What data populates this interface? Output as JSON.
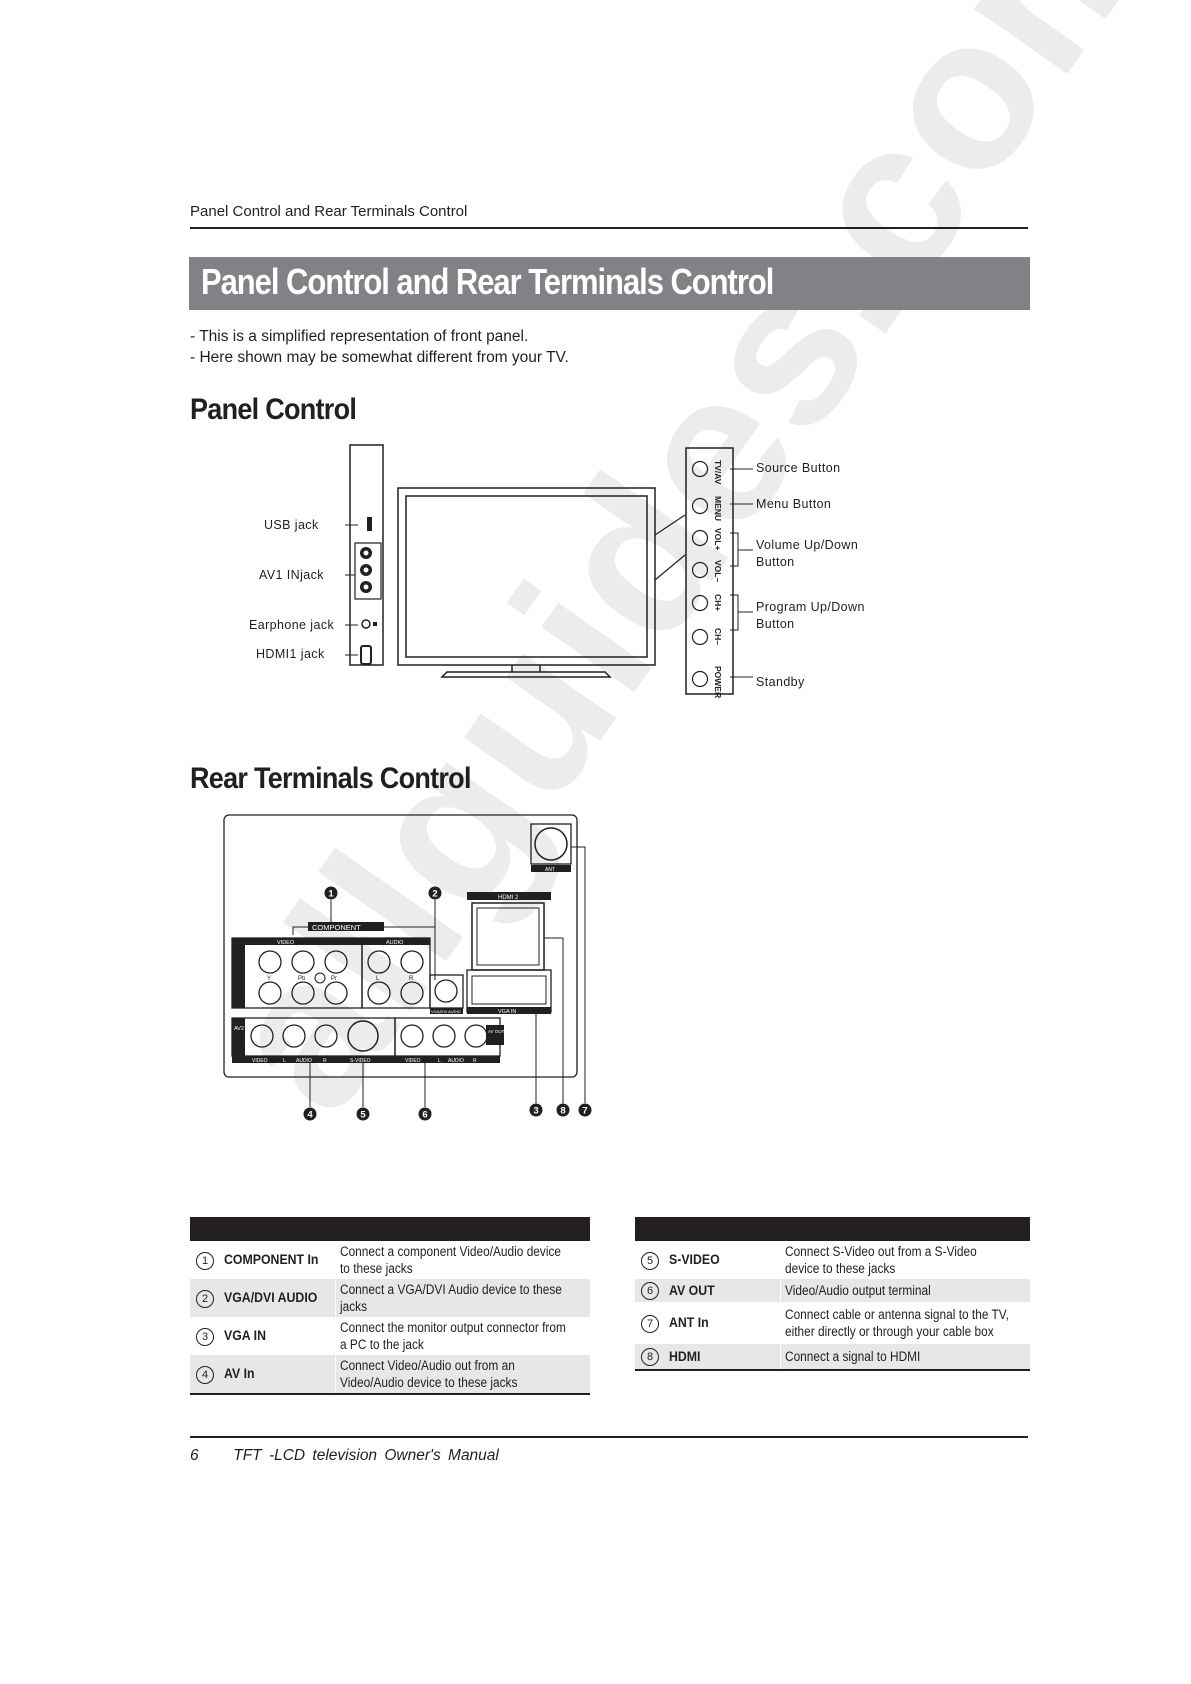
{
  "header": {
    "running_title": "Panel Control and Rear Terminals Control"
  },
  "banner": {
    "title": "Panel Control and Rear Terminals Control"
  },
  "intro": {
    "line1": "- This is a simplified representation of front panel.",
    "line2": "- Here shown may be somewhat different from your TV."
  },
  "panel_control": {
    "heading": "Panel Control",
    "side_labels": {
      "usb": "USB jack",
      "av1": "AV1 INjack",
      "earphone": "Earphone jack",
      "hdmi1": "HDMI1 jack"
    },
    "button_labels": {
      "source": "Source Button",
      "menu": "Menu Button",
      "volume_line1": "Volume Up/Down",
      "volume_line2": "Button",
      "program_line1": "Program Up/Down",
      "program_line2": "Button",
      "standby": "Standby"
    },
    "button_marks": {
      "tvav": "TV/AV",
      "menu": "MENU",
      "volup": "VOL+",
      "voldown": "VOL–",
      "chup": "CH+",
      "chdown": "CH–",
      "power": "POWER"
    }
  },
  "rear_terminals": {
    "heading": "Rear Terminals Control",
    "panel_labels": {
      "ant": "ANT",
      "hdmi2": "HDMI 2",
      "component": "COMPONENT",
      "video": "VIDEO",
      "audio": "AUDIO",
      "y": "Y",
      "pb": "Pb",
      "pr": "Pr",
      "l": "L",
      "r": "R",
      "vga_dvi_audio": "VGA/DVI AUDIO",
      "vga_in": "VGA IN",
      "av2_in": "AV2 IN",
      "av_out": "AV OUT",
      "bottom_left": [
        "VIDEO",
        "L",
        "AUDIO",
        "R",
        "S-VIDEO"
      ],
      "bottom_right": [
        "VIDEO",
        "L",
        "AUDIO",
        "R"
      ]
    },
    "callouts": [
      "1",
      "2",
      "3",
      "4",
      "5",
      "6",
      "7",
      "8"
    ]
  },
  "table_left": [
    {
      "num": "①",
      "name": "COMPONENT In",
      "desc": "Connect a component Video/Audio device to these jacks"
    },
    {
      "num": "②",
      "name": "VGA/DVI AUDIO",
      "desc": "Connect a VGA/DVI Audio device to these jacks"
    },
    {
      "num": "③",
      "name": "VGA IN",
      "desc": "Connect the monitor output connector from a PC to the jack"
    },
    {
      "num": "④",
      "name": "AV In",
      "desc": "Connect Video/Audio out from an Video/Audio device to these jacks"
    }
  ],
  "table_right": [
    {
      "num": "⑤",
      "name": "S-VIDEO",
      "desc": "Connect S-Video out from a S-Video device to these jacks"
    },
    {
      "num": "⑥",
      "name": "AV OUT",
      "desc": "Video/Audio output terminal"
    },
    {
      "num": "⑦",
      "name": "ANT In",
      "desc": "Connect cable or antenna signal to the TV, either directly or through your cable box"
    },
    {
      "num": "⑧",
      "name": "HDMI",
      "desc": "Connect a signal to HDMI"
    }
  ],
  "footer": {
    "page_number": "6",
    "manual_title": "TFT -LCD  television  Owner's Manual"
  },
  "watermark": {
    "text": "allguides.com"
  }
}
